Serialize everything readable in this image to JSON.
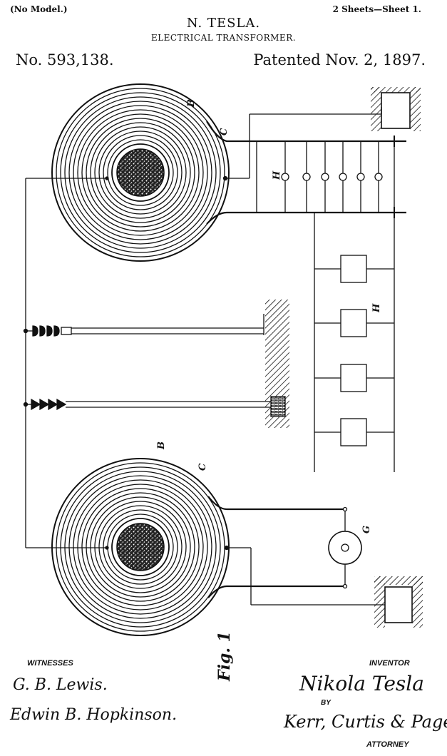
{
  "header": {
    "no_model": "(No Model.)",
    "sheets": "2 Sheets—Sheet 1.",
    "inventor": "N. TESLA.",
    "title": "ELECTRICAL TRANSFORMER.",
    "patent_number": "No. 593,138.",
    "patented_date": "Patented Nov. 2, 1897."
  },
  "figure": {
    "label": "Fig. 1",
    "refs": {
      "B_upper": "B",
      "C_upper": "C",
      "H_lamps": "H",
      "H_motors": "H",
      "B_lower": "B",
      "C_lower": "C",
      "G": "G"
    }
  },
  "footer": {
    "witnesses_label": "WITNESSES",
    "witness_1": "G. B. Lewis.",
    "witness_2": "Edwin B. Hopkinson.",
    "inventor_label": "INVENTOR",
    "inventor_signature": "Nikola Tesla",
    "by_label": "BY",
    "attorney_signature": "Kerr, Curtis & Page.",
    "attorney_label": "ATTORNEY"
  }
}
